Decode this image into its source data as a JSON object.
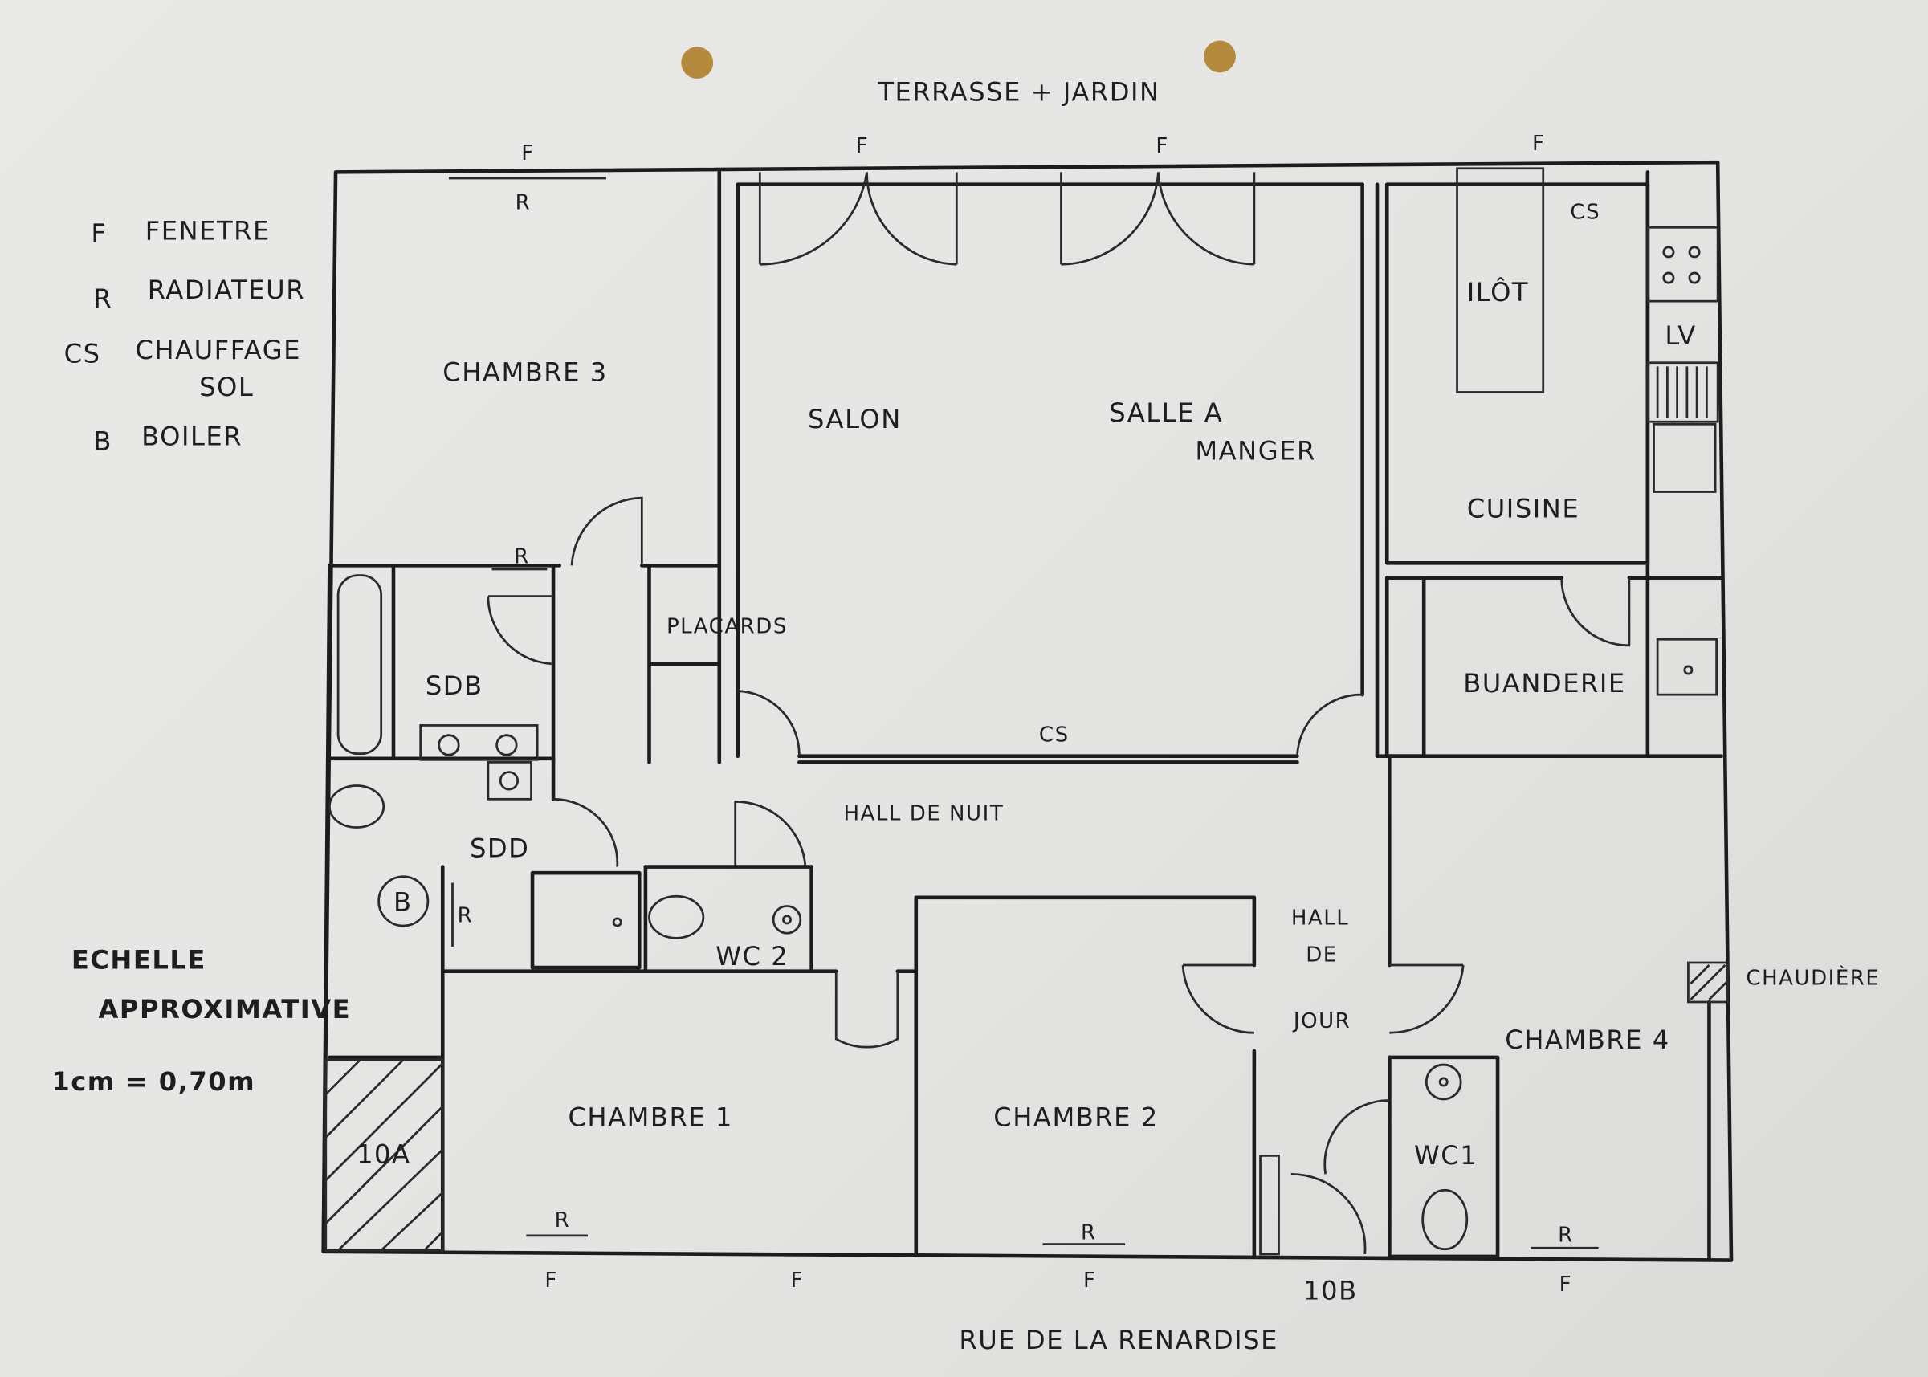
{
  "legend": {
    "items": [
      {
        "symbol": "F",
        "meaning": "FENETRE"
      },
      {
        "symbol": "R",
        "meaning": "RADIATEUR"
      },
      {
        "symbol": "CS",
        "meaning": "CHAUFFAGE"
      },
      {
        "symbol": "",
        "meaning": "SOL"
      },
      {
        "symbol": "B",
        "meaning": "BOILER"
      }
    ]
  },
  "scale": {
    "line1": "ECHELLE",
    "line2": "APPROXIMATIVE",
    "ratio": "1cm = 0,70m"
  },
  "top_label": "TERRASSE + JARDIN",
  "bottom_label": "RUE DE LA RENARDISE",
  "rooms": {
    "chambre3": "CHAMBRE 3",
    "salon": "SALON",
    "salle_a_manger_1": "SALLE A",
    "salle_a_manger_2": "MANGER",
    "cuisine": "CUISINE",
    "ilot": "ILÔT",
    "lv": "LV",
    "buanderie": "BUANDERIE",
    "placards": "PLACARDS",
    "sdb": "SDB",
    "sdd": "SDD",
    "hall_de_nuit": "HALL DE NUIT",
    "wc2": "WC 2",
    "hall_de_jour_1": "HALL",
    "hall_de_jour_2": "DE",
    "hall_de_jour_3": "JOUR",
    "chambre1": "CHAMBRE 1",
    "chambre2": "CHAMBRE 2",
    "chambre4": "CHAMBRE 4",
    "wc1": "WC1",
    "area_10a": "10A",
    "area_10b": "10B",
    "chaudiere": "CHAUDIÈRE",
    "boiler": "B"
  },
  "marks": {
    "f": "F",
    "r": "R",
    "cs": "CS"
  }
}
